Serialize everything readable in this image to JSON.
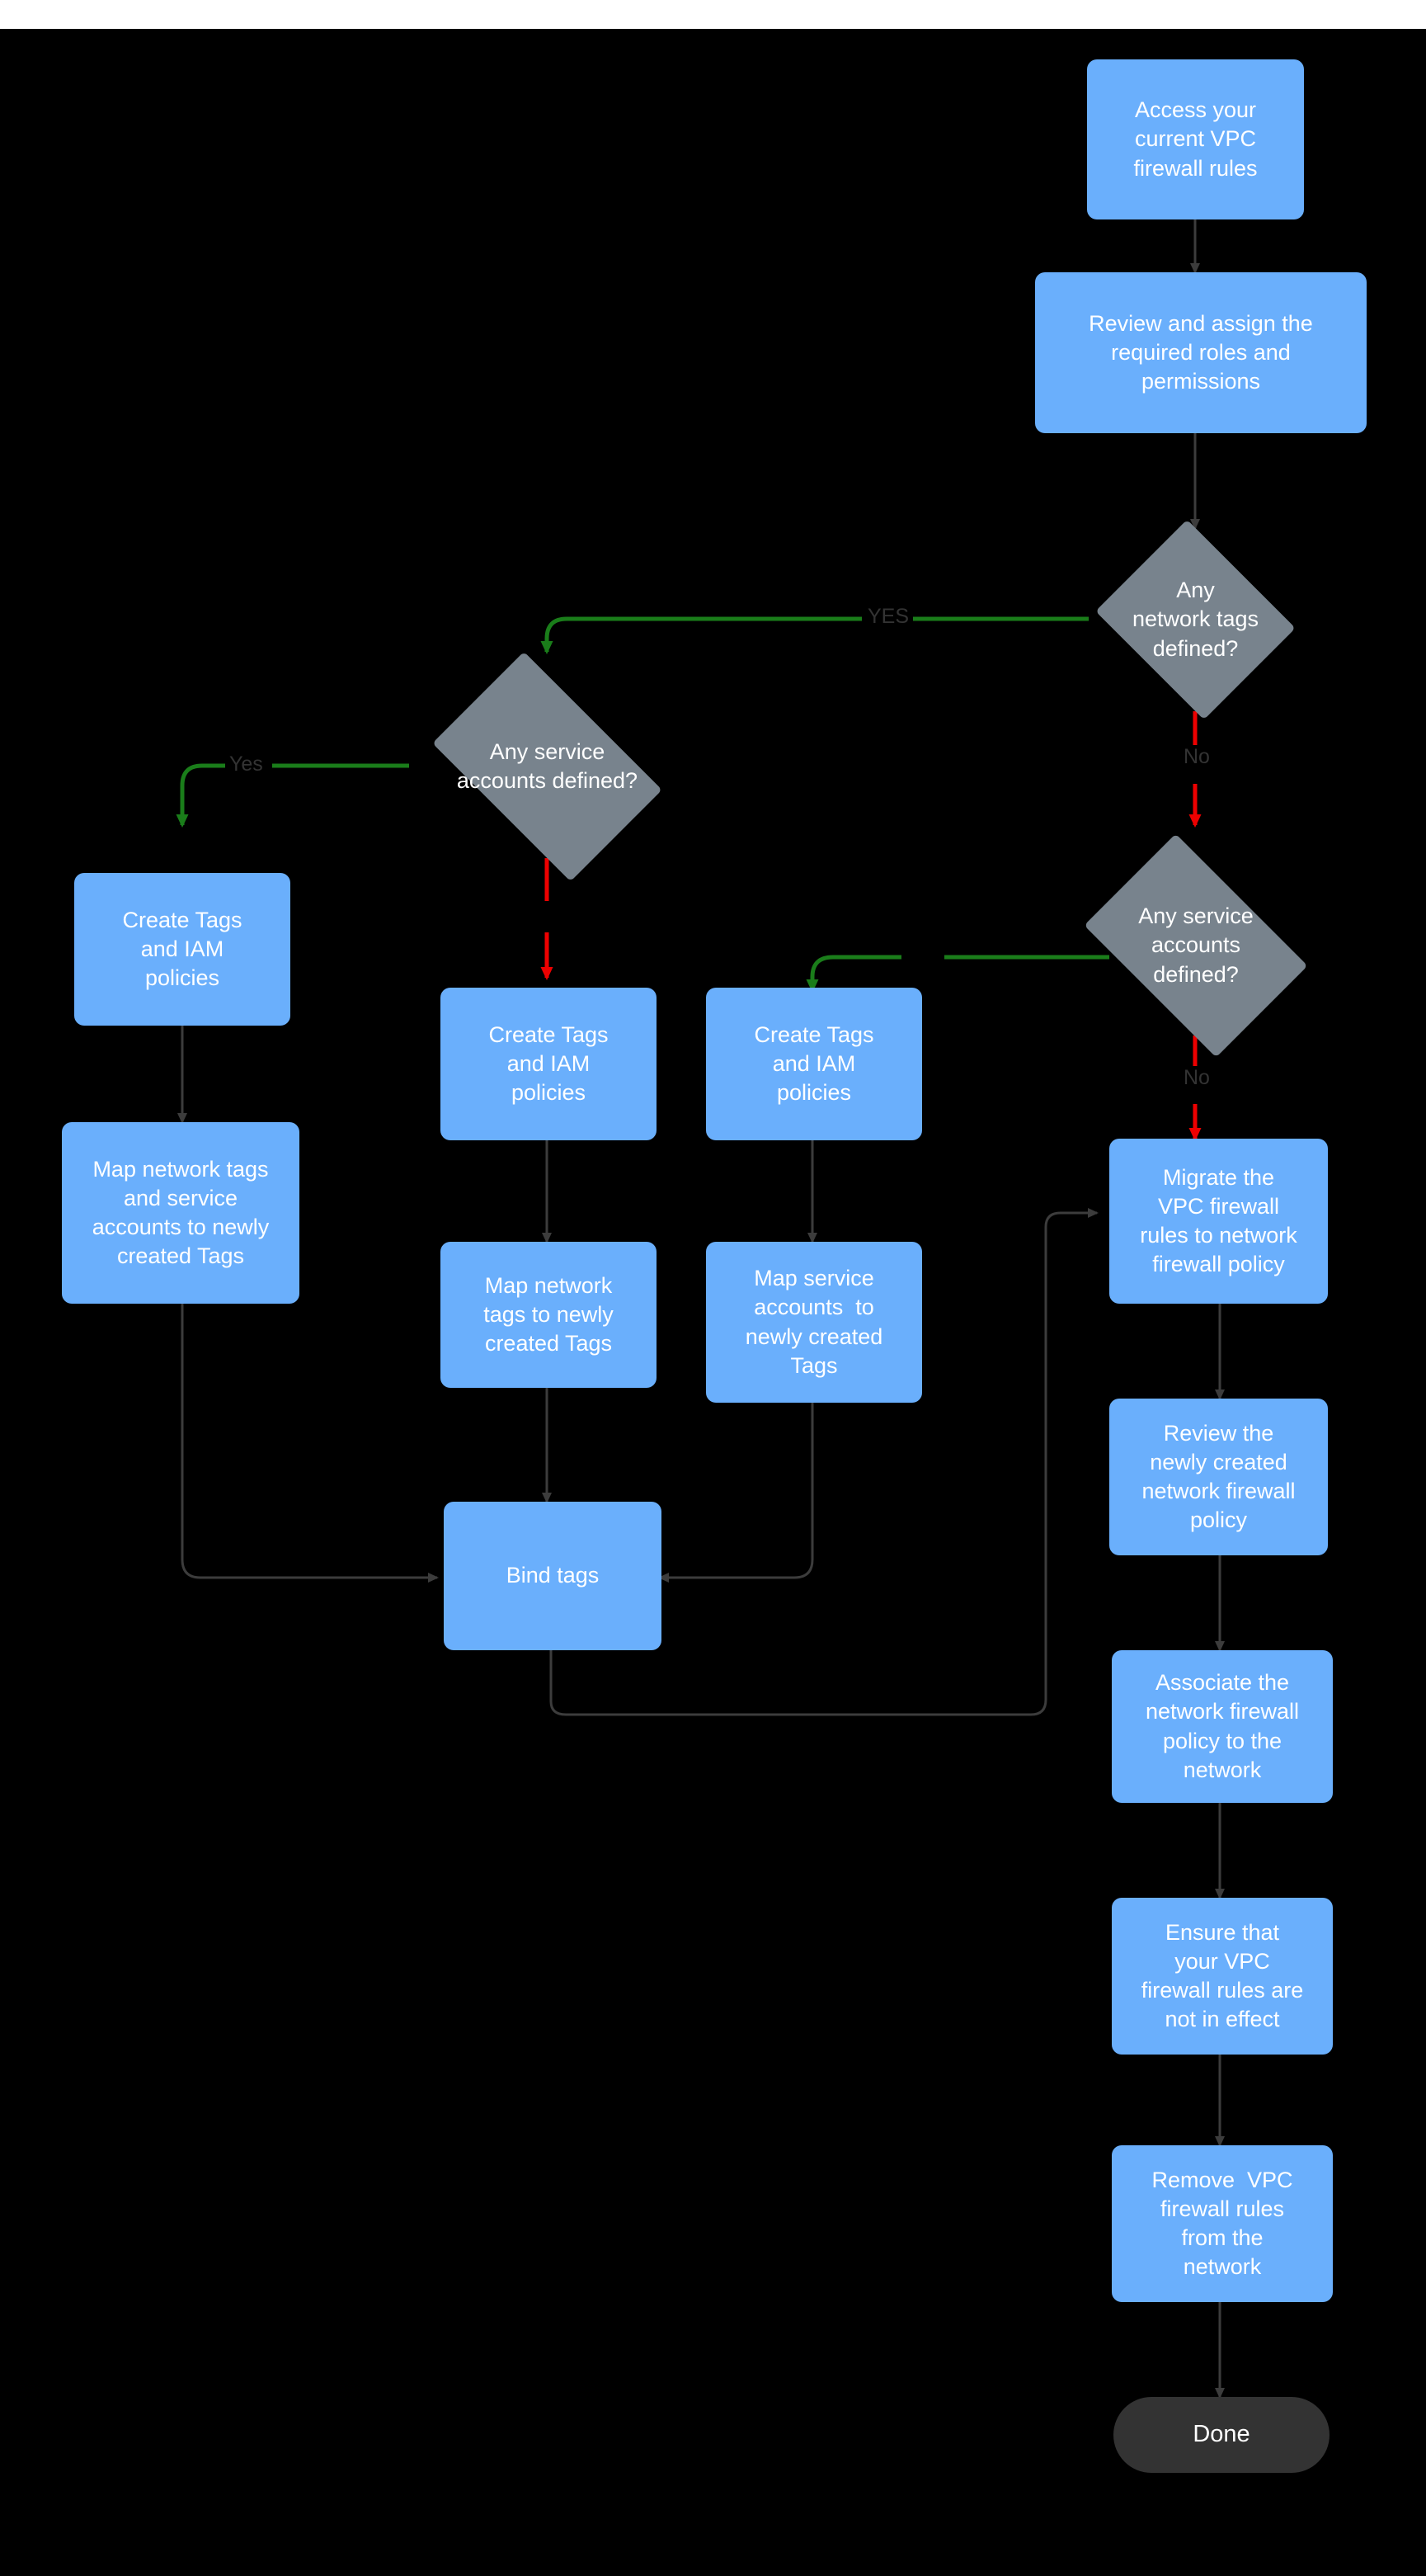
{
  "diagram": {
    "title": "VPC firewall rules to network firewall policy migration flow",
    "colors": {
      "background": "#000000",
      "process_fill": "#6aaffc",
      "decision_fill": "#78838d",
      "terminal_fill": "#333333",
      "node_text": "#ffffff",
      "edge_default": "#3c3c3c",
      "edge_yes": "#1a7d1a",
      "edge_no": "#ee0000",
      "edge_label_text": "#333333"
    },
    "nodes": [
      {
        "id": "n1",
        "type": "process",
        "label": "Access your\ncurrent VPC\nfirewall rules"
      },
      {
        "id": "n2",
        "type": "process",
        "label": "Review and assign the\nrequired roles and\npermissions"
      },
      {
        "id": "n3",
        "type": "decision",
        "label": "Any\nnetwork tags\ndefined?"
      },
      {
        "id": "n4",
        "type": "decision",
        "label": "Any service\naccounts defined?"
      },
      {
        "id": "n5",
        "type": "decision",
        "label": "Any service\naccounts\ndefined?"
      },
      {
        "id": "n6",
        "type": "process",
        "label": "Create Tags\nand IAM\npolicies"
      },
      {
        "id": "n7",
        "type": "process",
        "label": "Map network tags\nand service\naccounts to newly\ncreated Tags"
      },
      {
        "id": "n8",
        "type": "process",
        "label": "Create Tags\nand IAM\npolicies"
      },
      {
        "id": "n9",
        "type": "process",
        "label": "Map network\ntags to newly\ncreated Tags"
      },
      {
        "id": "n10",
        "type": "process",
        "label": "Create Tags\nand IAM\npolicies"
      },
      {
        "id": "n11",
        "type": "process",
        "label": "Map service\naccounts  to\nnewly created\nTags"
      },
      {
        "id": "n12",
        "type": "process",
        "label": "Bind tags"
      },
      {
        "id": "n13",
        "type": "process",
        "label": "Migrate the\nVPC firewall\nrules to network\nfirewall policy"
      },
      {
        "id": "n14",
        "type": "process",
        "label": "Review the\nnewly created\nnetwork firewall\npolicy"
      },
      {
        "id": "n15",
        "type": "process",
        "label": "Associate the\nnetwork firewall\npolicy to the\nnetwork"
      },
      {
        "id": "n16",
        "type": "process",
        "label": "Ensure that\nyour VPC\nfirewall rules are\nnot in effect"
      },
      {
        "id": "n17",
        "type": "process",
        "label": "Remove  VPC\nfirewall rules\nfrom the\nnetwork"
      },
      {
        "id": "n18",
        "type": "terminal",
        "label": "Done"
      }
    ],
    "edge_labels": [
      {
        "id": "l1",
        "text": "YES",
        "from": "n3",
        "to": "n4",
        "kind": "yes"
      },
      {
        "id": "l2",
        "text": "No",
        "from": "n3",
        "to": "n5",
        "kind": "no"
      },
      {
        "id": "l3",
        "text": "Yes",
        "from": "n4",
        "to": "n6",
        "kind": "yes"
      },
      {
        "id": "l4",
        "text": "No",
        "from": "n5",
        "to": "n13",
        "kind": "no"
      }
    ],
    "edges": [
      {
        "from": "n1",
        "to": "n2",
        "kind": "default"
      },
      {
        "from": "n2",
        "to": "n3",
        "kind": "default"
      },
      {
        "from": "n3",
        "to": "n4",
        "kind": "yes"
      },
      {
        "from": "n3",
        "to": "n5",
        "kind": "no"
      },
      {
        "from": "n4",
        "to": "n6",
        "kind": "yes"
      },
      {
        "from": "n4",
        "to": "n8",
        "kind": "no"
      },
      {
        "from": "n5",
        "to": "n10",
        "kind": "yes"
      },
      {
        "from": "n5",
        "to": "n13",
        "kind": "no"
      },
      {
        "from": "n6",
        "to": "n7",
        "kind": "default"
      },
      {
        "from": "n7",
        "to": "n12",
        "kind": "default"
      },
      {
        "from": "n8",
        "to": "n9",
        "kind": "default"
      },
      {
        "from": "n9",
        "to": "n12",
        "kind": "default"
      },
      {
        "from": "n10",
        "to": "n11",
        "kind": "default"
      },
      {
        "from": "n11",
        "to": "n12",
        "kind": "default"
      },
      {
        "from": "n12",
        "to": "n13",
        "kind": "default"
      },
      {
        "from": "n13",
        "to": "n14",
        "kind": "default"
      },
      {
        "from": "n14",
        "to": "n15",
        "kind": "default"
      },
      {
        "from": "n15",
        "to": "n16",
        "kind": "default"
      },
      {
        "from": "n16",
        "to": "n17",
        "kind": "default"
      },
      {
        "from": "n17",
        "to": "n18",
        "kind": "default"
      }
    ]
  }
}
